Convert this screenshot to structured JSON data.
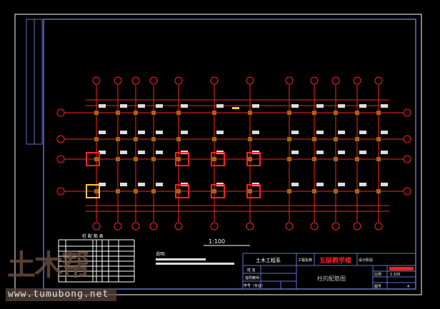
{
  "drawing": {
    "scale_caption": "1:100",
    "notes_title": "说明:",
    "table_title": "柱 配 筋 表",
    "title_block": {
      "department": "土木工程系",
      "project_label": "工程名称",
      "project_name": "五层教学楼",
      "design_label": "设计阶段",
      "drawing_title": "柱的配筋图",
      "name_label": "姓 名",
      "advisor_label": "指导教师",
      "class_label": "学号（专业）",
      "scale_label": "比例",
      "scale_value": "1:100",
      "sheet_label": "图号",
      "sheet_value": "4"
    }
  },
  "watermark": {
    "logo": "土木帮",
    "url": "www.tumubong.net"
  },
  "colors": {
    "grid": "#ff2020",
    "frame": "#6070d0",
    "text": "#ffffff",
    "highlight": "#ffcc33"
  }
}
